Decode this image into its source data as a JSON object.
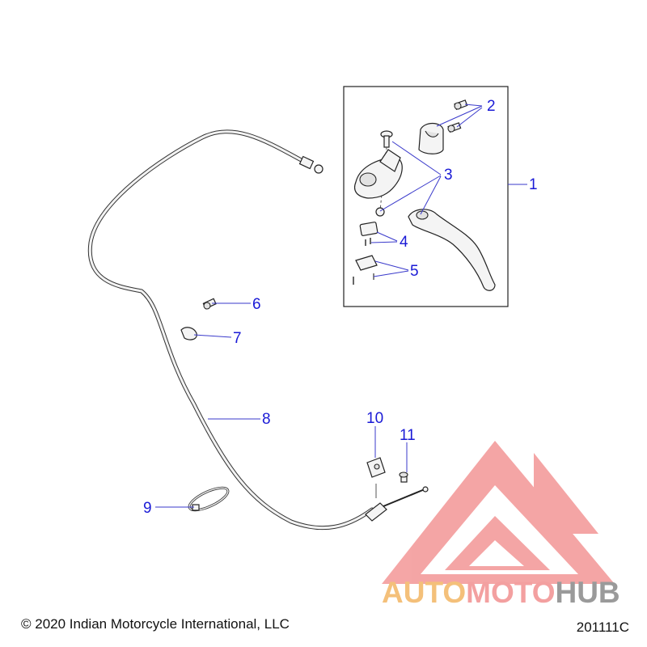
{
  "diagram": {
    "callouts": [
      "1",
      "2",
      "3",
      "4",
      "5",
      "6",
      "7",
      "8",
      "9",
      "10",
      "11"
    ]
  },
  "footer": {
    "copyright": "© 2020 Indian Motorcycle International, LLC",
    "figure_id": "201111C"
  },
  "watermark": {
    "part1": "AUTO",
    "part2": "MOTO",
    "part3": "HUB",
    "colors": {
      "auto": "#f4c07a",
      "moto": "#f3a0a0",
      "hub": "#9a9a9a",
      "logo": "#ee6a6a"
    }
  }
}
